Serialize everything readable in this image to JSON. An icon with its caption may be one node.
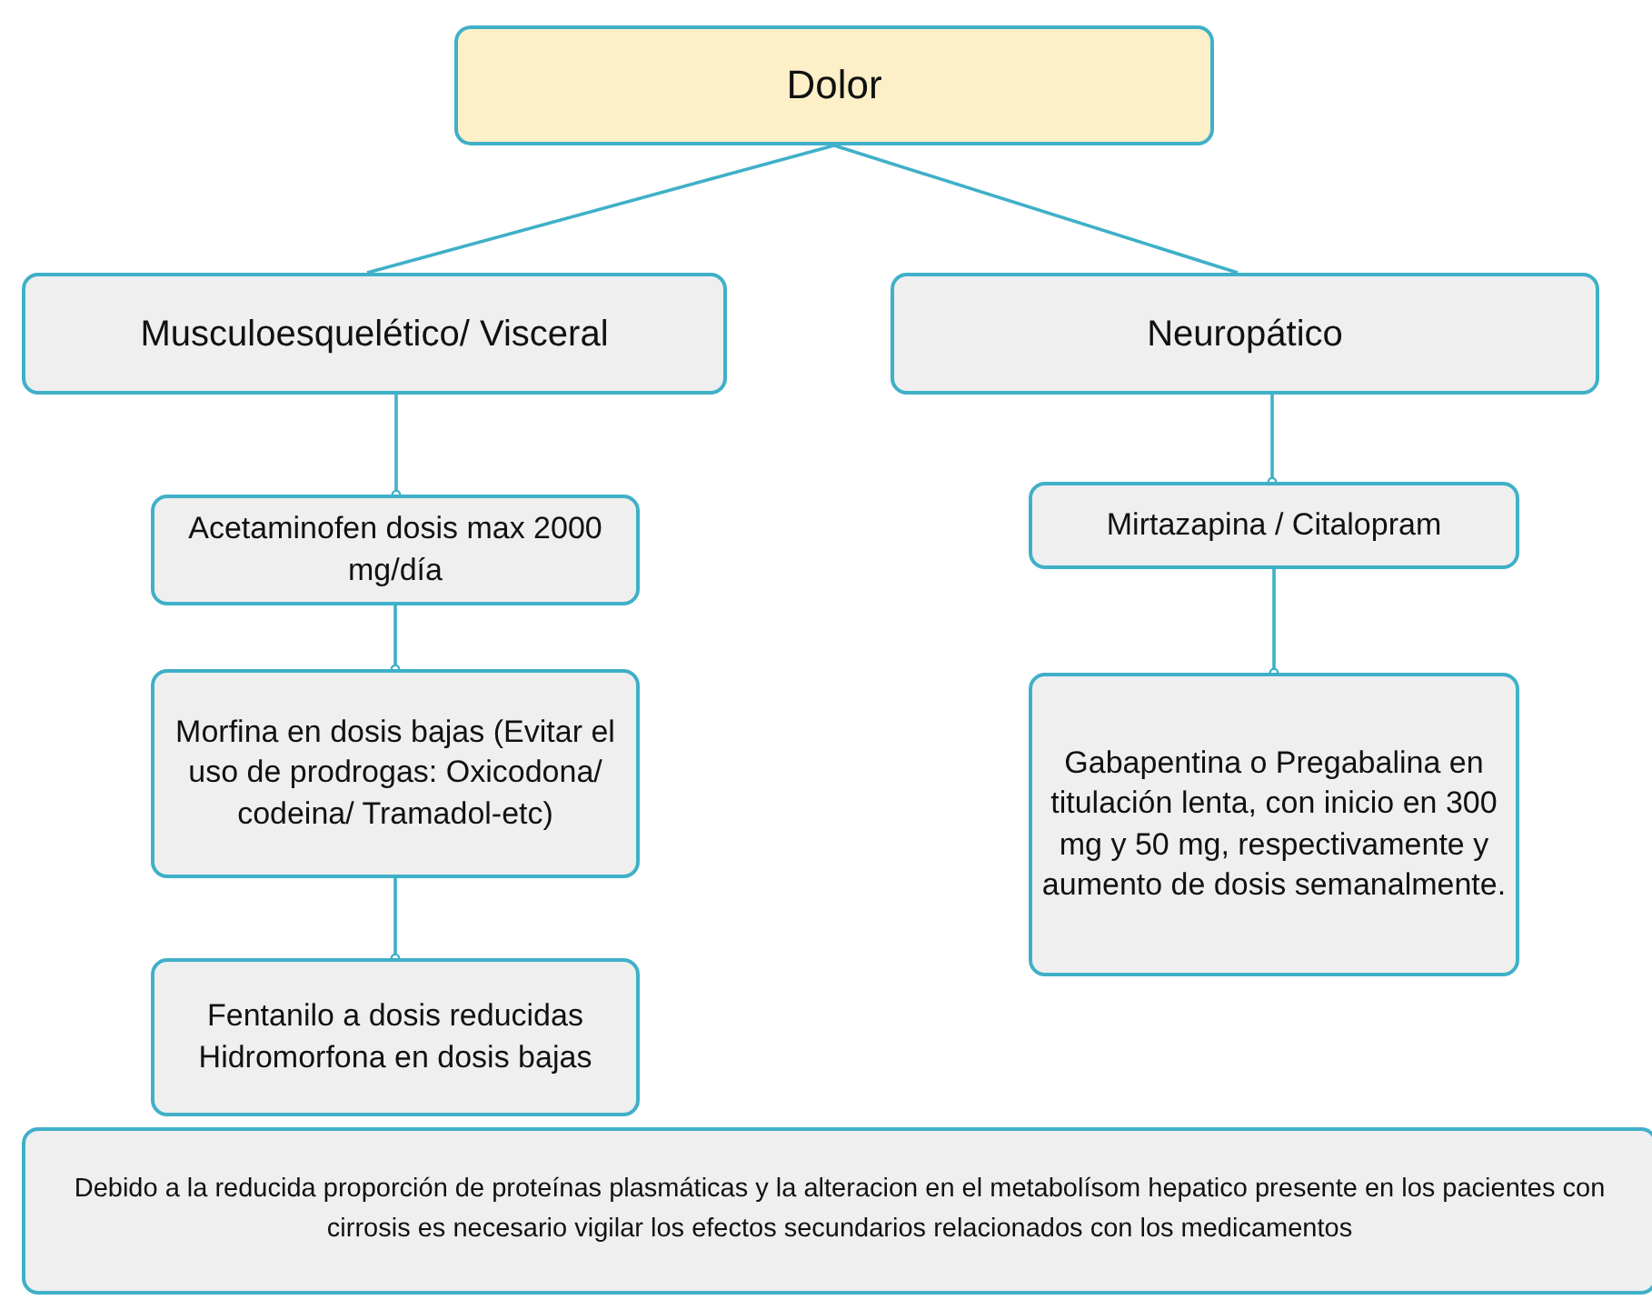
{
  "diagram": {
    "nodes": [
      {
        "text": [
          "Dolor"
        ]
      },
      {
        "text": [
          "Musculoesquelético/ Visceral"
        ]
      },
      {
        "text": [
          "Neuropático"
        ]
      },
      {
        "text": [
          "Acetaminofen dosis max 2000 mg/día"
        ]
      },
      {
        "text": [
          "Morfina en dosis bajas (Evitar el uso de prodrogas: Oxicodona/ codeina/ Tramadol-etc)"
        ]
      },
      {
        "text": [
          "Fentanilo a dosis reducidas Hidromorfona en dosis bajas"
        ]
      },
      {
        "text": [
          "Mirtazapina /  Citalopram"
        ]
      },
      {
        "text": [
          "Gabapentina o Pregabalina en titulación lenta, con inicio en 300 mg y 50 mg, respectivamente y aumento de dosis semanalmente."
        ]
      },
      {
        "text": [
          "Debido a la reducida proporción de proteínas plasmáticas y la alteracion en el metabolísom hepatico presente en los pacientes con cirrosis es necesario vigilar los efectos secundarios relacionados con los medicamentos"
        ]
      }
    ],
    "edges": [
      {
        "from": 0,
        "to": 1,
        "arrow": "none"
      },
      {
        "from": 0,
        "to": 2,
        "arrow": "none"
      },
      {
        "from": 1,
        "to": 3,
        "arrow": "other"
      },
      {
        "from": 3,
        "to": 4,
        "arrow": "other"
      },
      {
        "from": 4,
        "to": 5,
        "arrow": "other"
      },
      {
        "from": 2,
        "to": 6,
        "arrow": "other"
      },
      {
        "from": 6,
        "to": 7,
        "arrow": "other"
      }
    ]
  }
}
